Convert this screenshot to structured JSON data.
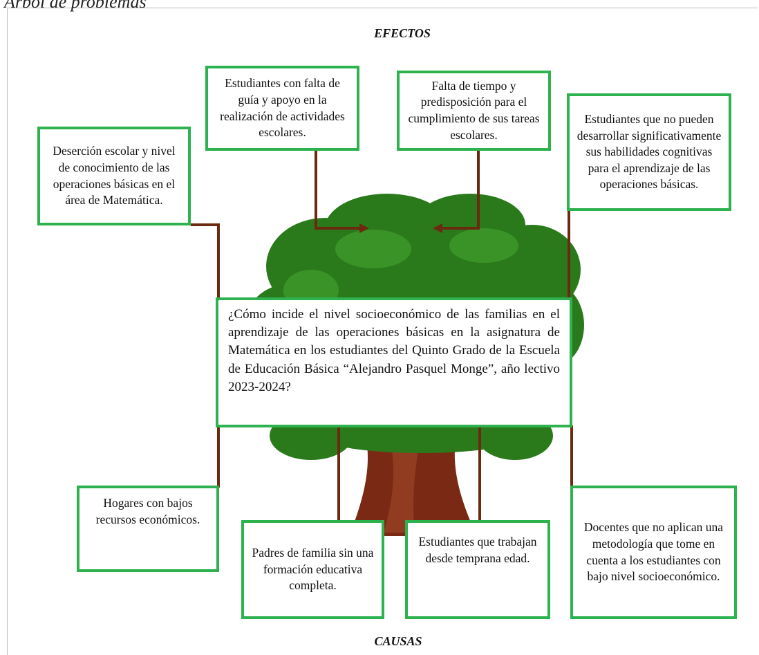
{
  "caption": "Árbol de problemas",
  "labels": {
    "effects": "EFECTOS",
    "causes": "CAUSAS"
  },
  "colors": {
    "box_border": "#2eb24f",
    "connector": "#6b2a0f",
    "foliage": "#2a7a1c",
    "trunk": "#7a2a14"
  },
  "problem": "¿Cómo incide el nivel socioeconómico de las familias en el aprendizaje de las operaciones básicas en la asignatura de Matemática en los estudiantes del Quinto Grado de la Escuela de Educación Básica “Alejandro Pasquel Monge”, año lectivo 2023-2024?",
  "effects": [
    "Deserción escolar y nivel de conocimiento de las operaciones básicas en el área de Matemática.",
    "Estudiantes con falta de guía y apoyo en la realización de actividades escolares.",
    "Falta de tiempo y predisposición para el cumplimiento de sus tareas escolares.",
    "Estudiantes que no pueden desarrollar significativamente sus habilidades cognitivas para el aprendizaje de las operaciones básicas."
  ],
  "causes": [
    "Hogares con bajos recursos económicos.",
    "Padres de familia sin una formación educativa completa.",
    "Estudiantes que trabajan desde temprana edad.",
    "Docentes que no aplican una metodología que tome en cuenta a los estudiantes con bajo nivel socioeconómico."
  ]
}
